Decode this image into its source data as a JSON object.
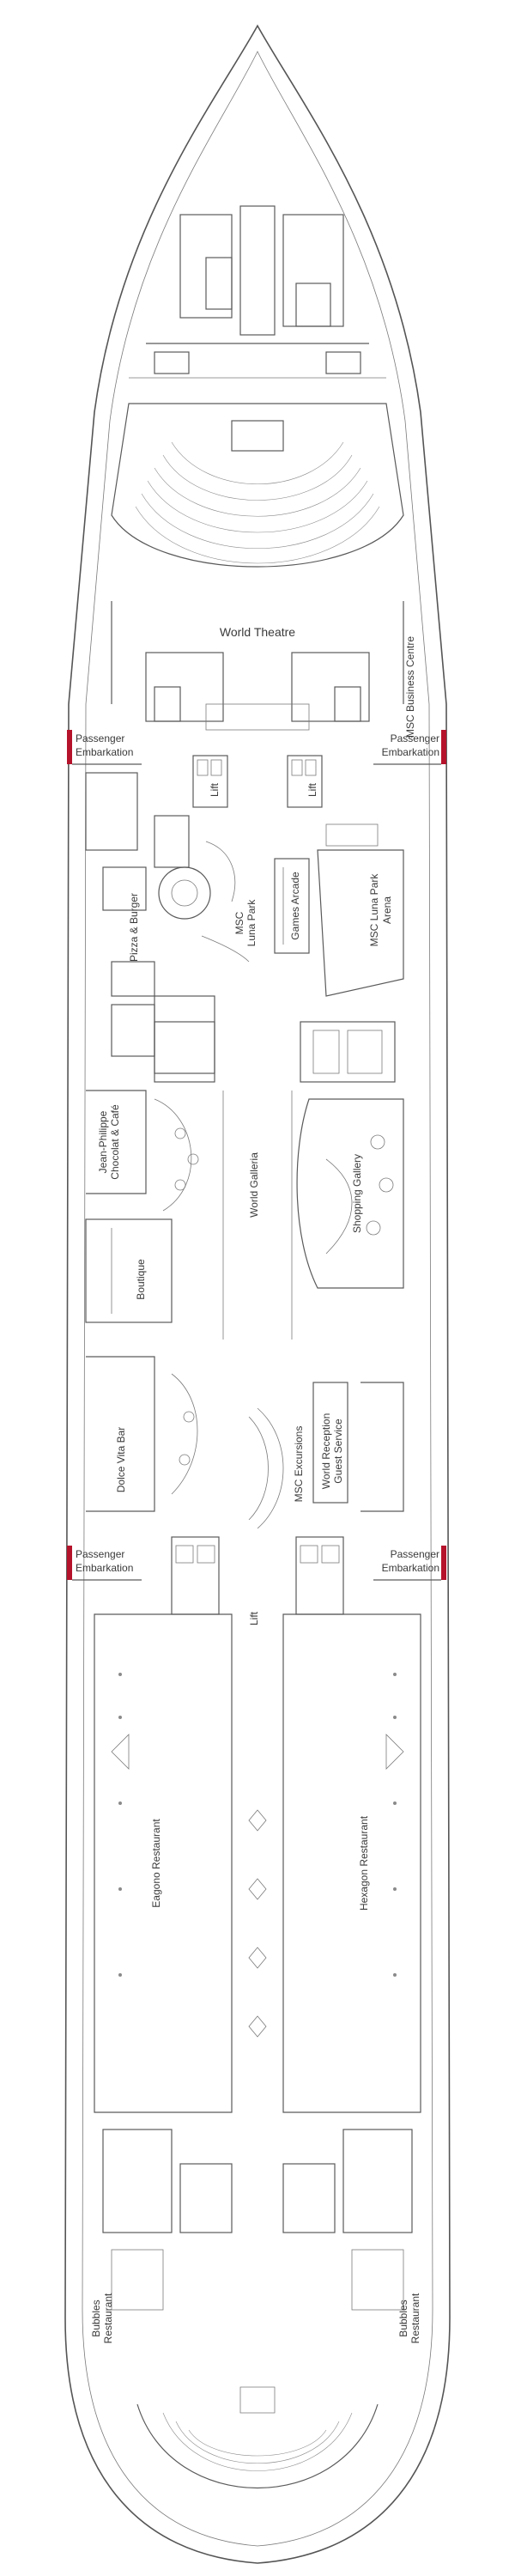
{
  "colors": {
    "embarkation": "#b5122b",
    "wall": "#5a5a5a",
    "text": "#3a3a3a",
    "hull": "#555555"
  },
  "labels": {
    "world_theatre": "World Theatre",
    "msc_business_centre": "MSC Business Centre",
    "passenger_embarkation_1": "Passenger",
    "passenger_embarkation_2": "Embarkation",
    "lift": "Lift",
    "pizza_burger": "Pizza & Burger",
    "msc_luna_park_1": "MSC",
    "msc_luna_park_2": "Luna Park",
    "games_arcade": "Games Arcade",
    "msc_luna_park_arena_1": "MSC Luna Park",
    "msc_luna_park_arena_2": "Arena",
    "jean_philippe_1": "Jean-Philippe",
    "jean_philippe_2": "Chocolat & Café",
    "world_galleria": "World Galleria",
    "shopping_gallery": "Shopping Gallery",
    "boutique": "Boutique",
    "dolce_vita_bar": "Dolce Vita Bar",
    "msc_excursions": "MSC Excursions",
    "world_reception_1": "World Reception",
    "world_reception_2": "Guest Service",
    "eagono_restaurant": "Eagono Restaurant",
    "hexagon_restaurant": "Hexagon Restaurant",
    "bubbles_1": "Bubbles",
    "bubbles_2": "Restaurant"
  }
}
